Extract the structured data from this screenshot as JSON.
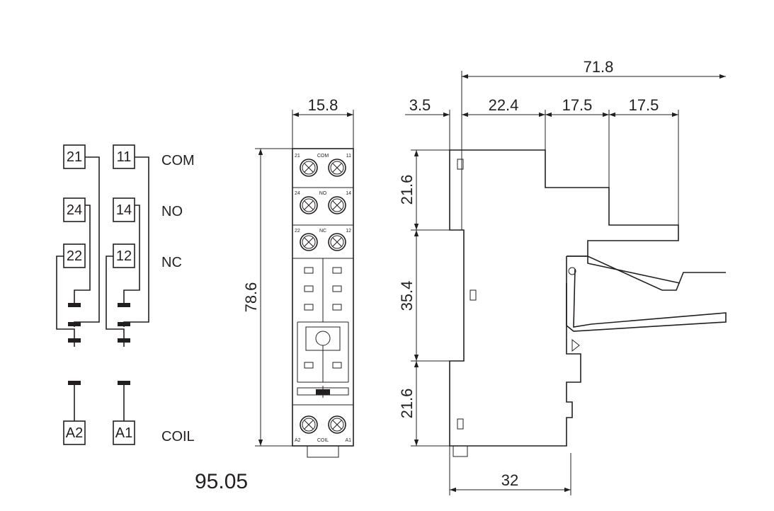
{
  "model": "95.05",
  "schematic": {
    "row_labels": {
      "com": "COM",
      "no": "NO",
      "nc": "NC",
      "coil": "COIL"
    },
    "left_terminals": {
      "com": "21",
      "no": "24",
      "nc": "22",
      "coil": "A2"
    },
    "right_terminals": {
      "com": "11",
      "no": "14",
      "nc": "12",
      "coil": "A1"
    }
  },
  "front_view": {
    "width_dim": "15.8",
    "height_dim": "78.6",
    "terminal_marks": {
      "top_left": "21",
      "top_mid": "COM",
      "top_right": "11",
      "mid_left": "24",
      "mid_mid": "NO",
      "mid_right": "14",
      "low_left": "22",
      "low_mid": "NC",
      "low_right": "12",
      "bot_left": "A2",
      "bot_mid": "COIL",
      "bot_right": "A1"
    }
  },
  "side_view": {
    "overall_length": "71.8",
    "segments": [
      "3.5",
      "22.4",
      "17.5",
      "17.5"
    ],
    "heights": [
      "21.6",
      "35.4",
      "21.6"
    ],
    "depth": "32"
  }
}
